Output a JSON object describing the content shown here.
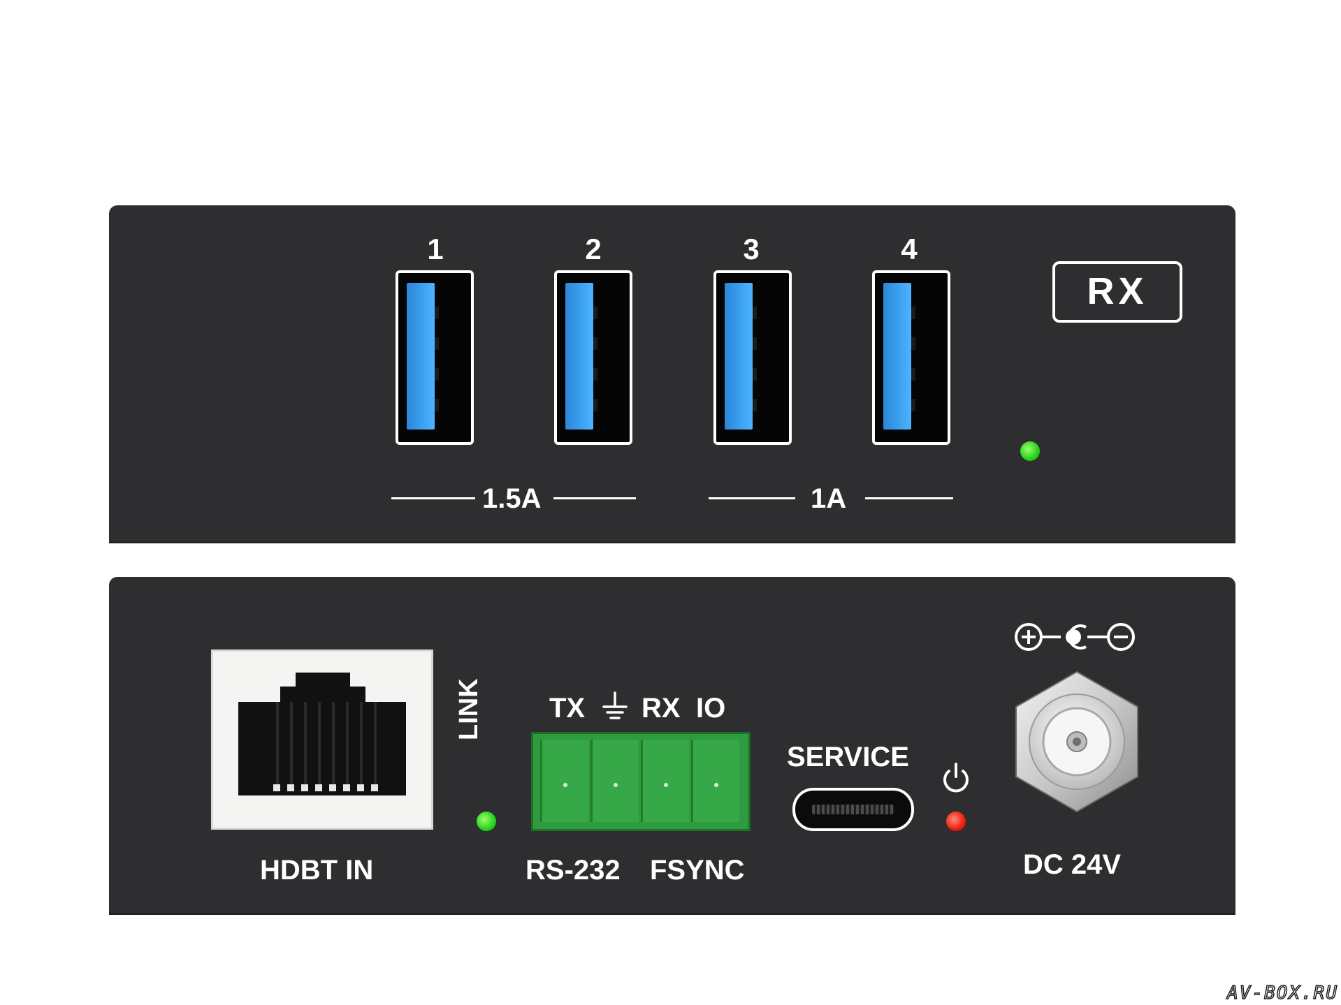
{
  "front_panel": {
    "usb_port_numbers": [
      "1",
      "2",
      "3",
      "4"
    ],
    "current_ratings": [
      "1.5A",
      "1A"
    ],
    "badge": "RX",
    "status_led_color": "#25d11c"
  },
  "rear_panel": {
    "hdbt_label": "HDBT IN",
    "link_label": "LINK",
    "rs232_pin_labels": [
      "TX",
      "RX",
      "IO"
    ],
    "rs232_label": "RS-232",
    "fsync_label": "FSYNC",
    "service_label": "SERVICE",
    "power_led_color": "#ee1c10",
    "dc_label": "DC 24V"
  },
  "watermark": "AV-BOX.RU",
  "icons": [
    "ground-icon",
    "power-icon",
    "dc-polarity-icon"
  ]
}
